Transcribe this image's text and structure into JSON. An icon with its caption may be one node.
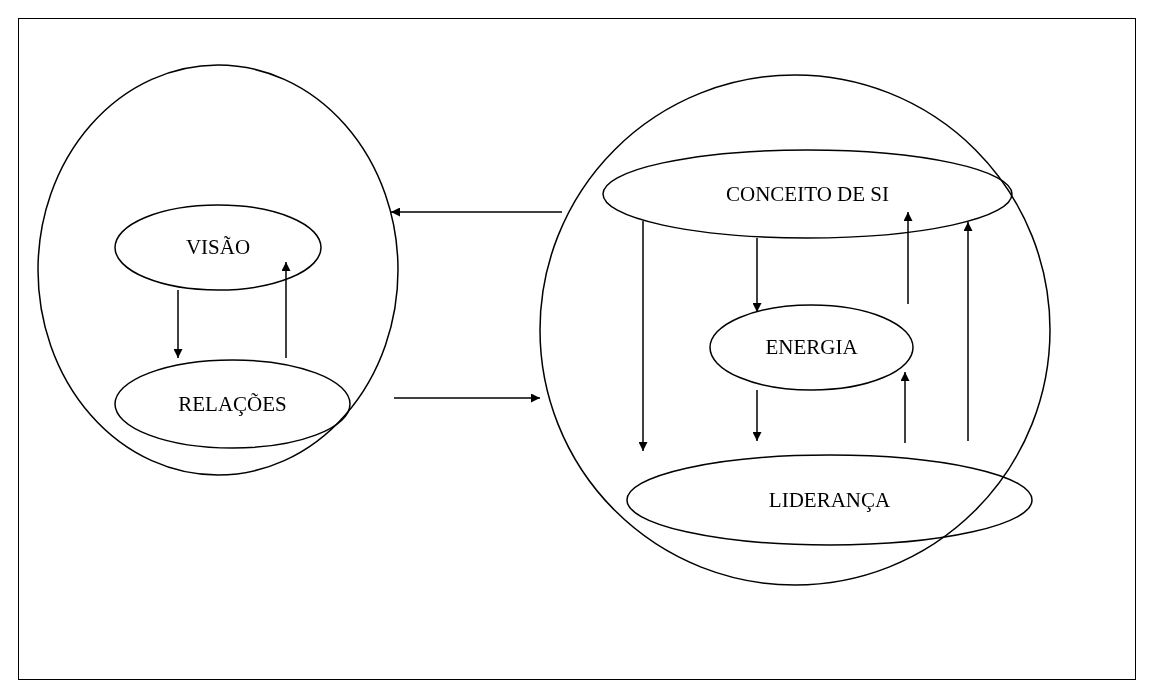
{
  "diagram": {
    "nodes": [
      {
        "text": [],
        "shape": "circle"
      },
      {
        "text": [
          "VISÃO"
        ],
        "in": 0
      },
      {
        "text": [
          "RELAÇÕES"
        ],
        "in": 0
      },
      {
        "text": [],
        "shape": "circle"
      },
      {
        "text": [
          "CONCEITO DE SI"
        ],
        "in": 3
      },
      {
        "text": [
          "ENERGIA"
        ],
        "in": 3
      },
      {
        "text": [
          "LIDERANÇA"
        ],
        "in": 3
      }
    ],
    "edges": [
      {
        "from": 1,
        "to": 2,
        "arrow": "to"
      },
      {
        "from": 2,
        "to": 1,
        "arrow": "to"
      },
      {
        "from": 3,
        "to": 0,
        "arrow": "to"
      },
      {
        "from": 0,
        "to": 3,
        "arrow": "to"
      },
      {
        "from": 4,
        "to": 5,
        "arrow": "to"
      },
      {
        "from": 5,
        "to": 4,
        "arrow": "to"
      },
      {
        "from": 5,
        "to": 6,
        "arrow": "to"
      },
      {
        "from": 6,
        "to": 5,
        "arrow": "to"
      },
      {
        "from": 4,
        "to": 6,
        "arrow": "to"
      },
      {
        "from": 6,
        "to": 4,
        "arrow": "to"
      }
    ]
  }
}
